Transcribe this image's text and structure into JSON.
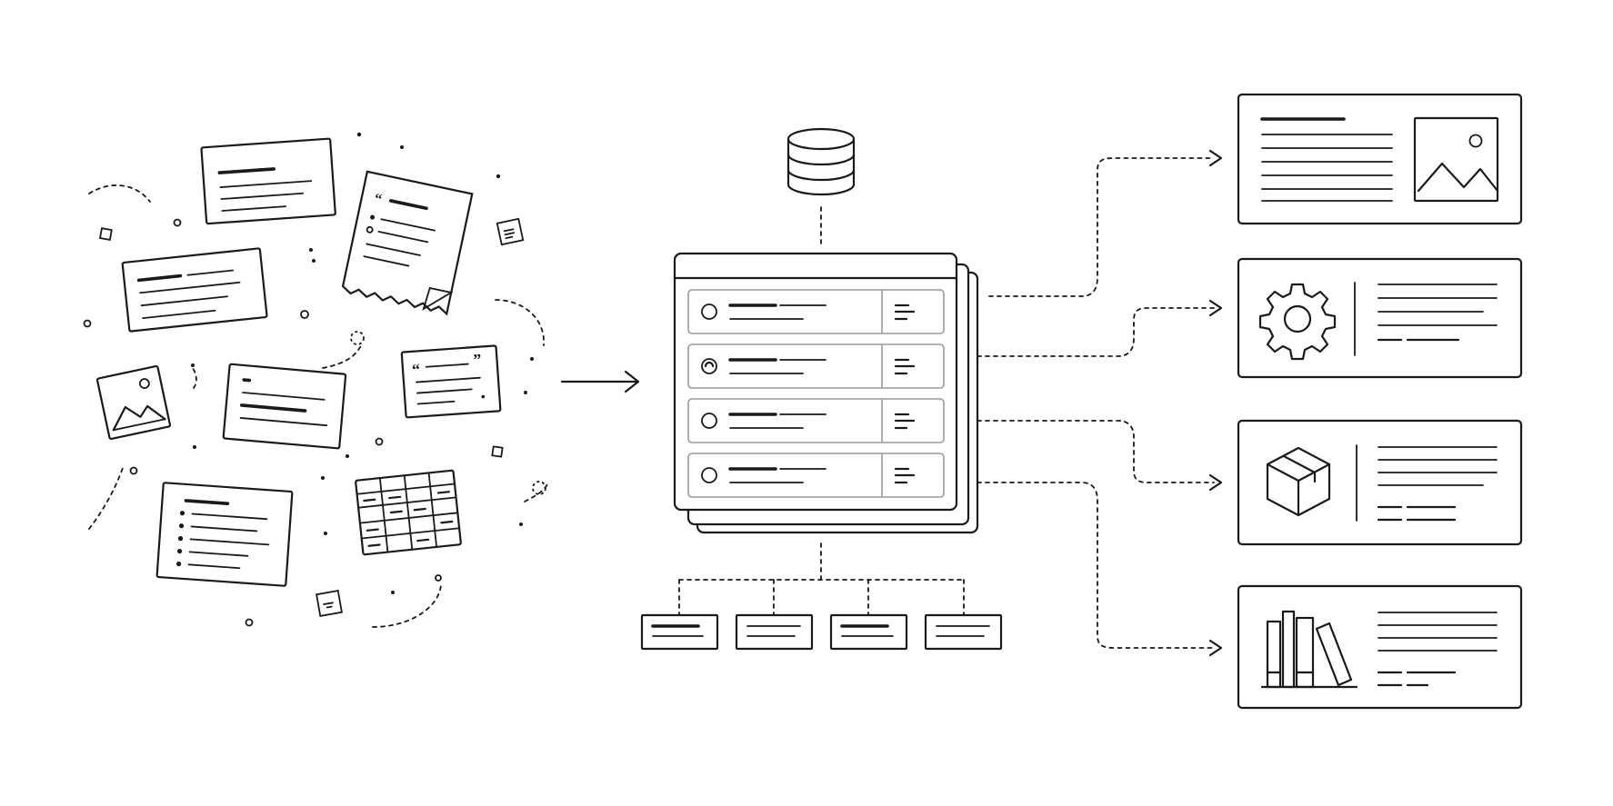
{
  "colors": {
    "ink": "#1a1a1a",
    "background": "#ffffff",
    "row_border": "#9a9a9a"
  },
  "icons": {
    "source_documents": [
      "text-card-icon",
      "quote-page-icon",
      "image-thumbnail-icon",
      "list-card-icon",
      "table-grid-icon",
      "quote-card-icon"
    ],
    "database": "database-cylinder-icon",
    "outputs": [
      "image-article-icon",
      "gear-icon",
      "box-package-icon",
      "books-shelf-icon"
    ]
  },
  "structure": {
    "central_panel_rows": 4,
    "child_nodes": 4,
    "output_cards": 4
  }
}
